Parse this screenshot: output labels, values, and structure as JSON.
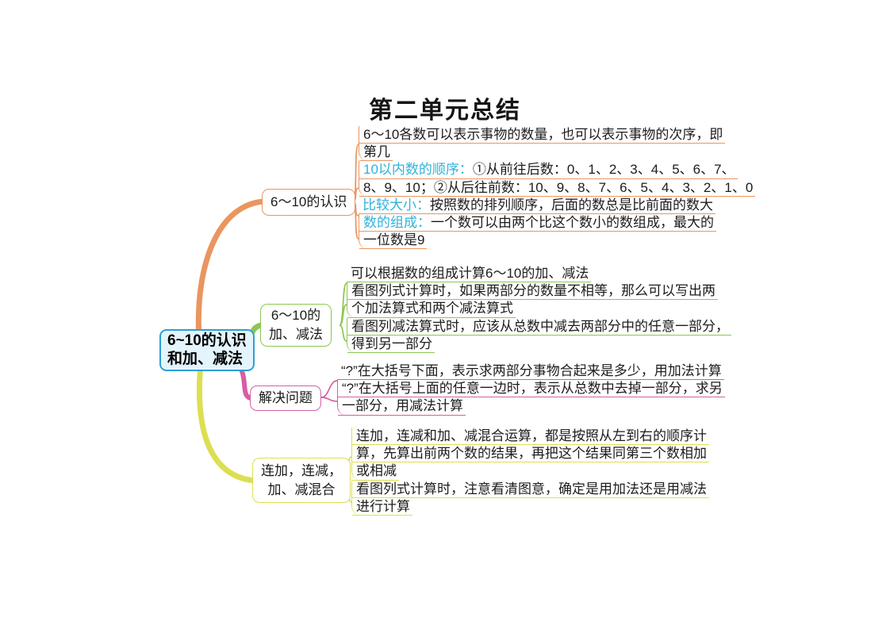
{
  "title": "第二单元总结",
  "colors": {
    "orange": "#E99660",
    "green": "#8DC653",
    "pink": "#D55FA5",
    "yellow": "#DCDF52",
    "cyan": "#2FB3DB",
    "central_border": "#2E9FD4",
    "central_bg": "#E4F4FC"
  },
  "central": {
    "lines": [
      "6~10的认识",
      "和加、减法"
    ]
  },
  "branches": [
    {
      "id": "understanding-6-10",
      "color_key": "orange",
      "node_lines": [
        "6～10的认识"
      ],
      "items": [
        {
          "lines": [
            [
              {
                "t": "6～10各数可以表示事物的数量，也可以表示事物的次序，即"
              }
            ],
            [
              {
                "t": "第几"
              }
            ]
          ]
        },
        {
          "lines": [
            [
              {
                "t": "10以内数的顺序：",
                "c": "cyan"
              },
              {
                "t": "①从前往后数：0、1、2、3、4、5、6、7、"
              }
            ],
            [
              {
                "t": "8、9、10；②从后往前数：10、9、8、7、6、5、4、3、2、1、0"
              }
            ]
          ]
        },
        {
          "lines": [
            [
              {
                "t": "比较大小：",
                "c": "cyan"
              },
              {
                "t": "按照数的排列顺序，后面的数总是比前面的数大"
              }
            ]
          ]
        },
        {
          "lines": [
            [
              {
                "t": "数的组成：",
                "c": "cyan"
              },
              {
                "t": "一个数可以由两个比这个数小的数组成，最大的"
              }
            ],
            [
              {
                "t": "一位数是9"
              }
            ]
          ]
        }
      ]
    },
    {
      "id": "addition-subtraction-6-10",
      "color_key": "green",
      "node_lines": [
        "6～10的",
        "加、减法"
      ],
      "items": [
        {
          "lines": [
            [
              {
                "t": "可以根据数的组成计算6～10的加、减法"
              }
            ]
          ]
        },
        {
          "lines": [
            [
              {
                "t": "看图列式计算时，如果两部分的数量不相等，那么可以写出两"
              }
            ],
            [
              {
                "t": "个加法算式和两个减法算式"
              }
            ]
          ]
        },
        {
          "lines": [
            [
              {
                "t": "看图列减法算式时，应该从总数中减去两部分中的任意一部分，"
              }
            ],
            [
              {
                "t": "得到另一部分"
              }
            ]
          ]
        }
      ]
    },
    {
      "id": "solving-problems",
      "color_key": "pink",
      "node_lines": [
        "解决问题"
      ],
      "items": [
        {
          "lines": [
            [
              {
                "t": "“?”在大括号下面，表示求两部分事物合起来是多少，用加法计算"
              }
            ]
          ]
        },
        {
          "lines": [
            [
              {
                "t": "“?”在大括号上面的任意一边时，表示从总数中去掉一部分，求另"
              }
            ],
            [
              {
                "t": "一部分，用减法计算"
              }
            ]
          ]
        }
      ]
    },
    {
      "id": "mixed-operations",
      "color_key": "yellow",
      "node_lines": [
        "连加，连减，",
        "加、减混合"
      ],
      "items": [
        {
          "lines": [
            [
              {
                "t": "连加，连减和加、减混合运算，都是按照从左到右的顺序计"
              }
            ],
            [
              {
                "t": "算，先算出前两个数的结果，再把这个结果同第三个数相加"
              }
            ],
            [
              {
                "t": "或相减"
              }
            ]
          ]
        },
        {
          "lines": [
            [
              {
                "t": "看图列式计算时，注意看清图意，确定是用加法还是用减法"
              }
            ],
            [
              {
                "t": "进行计算"
              }
            ]
          ]
        }
      ]
    }
  ]
}
